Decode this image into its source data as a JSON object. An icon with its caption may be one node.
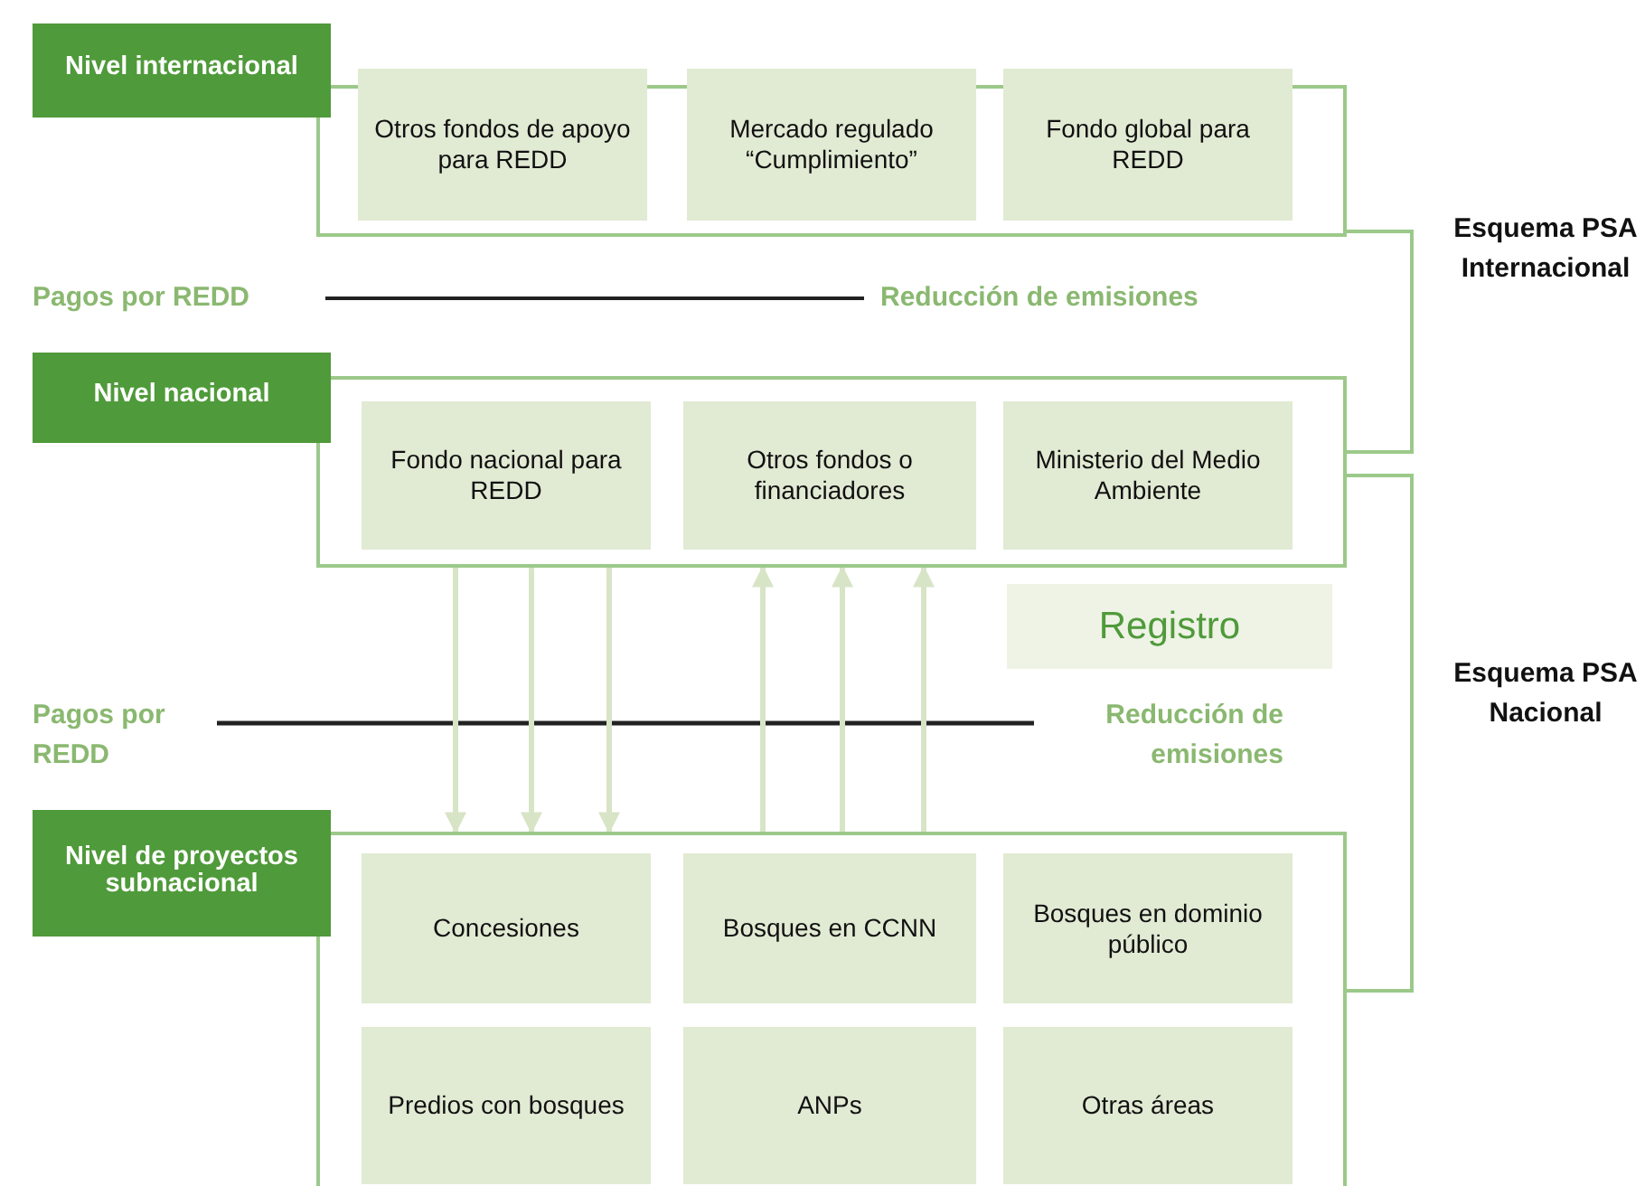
{
  "diagram": {
    "nodes": [
      {
        "text": [
          "Nivel internacional"
        ]
      },
      {
        "text": [
          "Otros fondos de apoyo para REDD"
        ],
        "in": 0
      },
      {
        "text": [
          "Mercado regulado “Cumplimiento”"
        ],
        "in": 0
      },
      {
        "text": [
          "Fondo global para REDD"
        ],
        "in": 0
      },
      {
        "text": [
          "Nivel nacional"
        ]
      },
      {
        "text": [
          "Fondo nacional para REDD"
        ],
        "in": 4
      },
      {
        "text": [
          "Otros fondos o financiadores"
        ],
        "in": 4
      },
      {
        "text": [
          "Ministerio del Medio Ambiente"
        ],
        "in": 4
      },
      {
        "text": [
          "Registro"
        ]
      },
      {
        "text": [
          "Nivel de proyectos subnacional"
        ]
      },
      {
        "text": [
          "Concesiones"
        ],
        "in": 9
      },
      {
        "text": [
          "Bosques en CCNN"
        ],
        "in": 9
      },
      {
        "text": [
          "Bosques en dominio público"
        ],
        "in": 9
      },
      {
        "text": [
          "Predios con bosques"
        ],
        "in": 9
      },
      {
        "text": [
          "ANPs"
        ],
        "in": 9
      },
      {
        "text": [
          "Otras áreas"
        ],
        "in": 9
      }
    ],
    "edges": [
      {
        "from": 4,
        "to": 9,
        "arrow": "to"
      },
      {
        "from": 4,
        "to": 9,
        "arrow": "to"
      },
      {
        "from": 4,
        "to": 9,
        "arrow": "to"
      },
      {
        "from": 9,
        "to": 4,
        "arrow": "to"
      },
      {
        "from": 9,
        "to": 4,
        "arrow": "to"
      },
      {
        "from": 9,
        "to": 4,
        "arrow": "to"
      }
    ],
    "labels": [
      "Pagos por REDD",
      "Reducción de emisiones",
      "Esquema PSA Internacional",
      "Pagos por REDD",
      "Reducción de emisiones",
      "Esquema PSA Nacional"
    ]
  }
}
